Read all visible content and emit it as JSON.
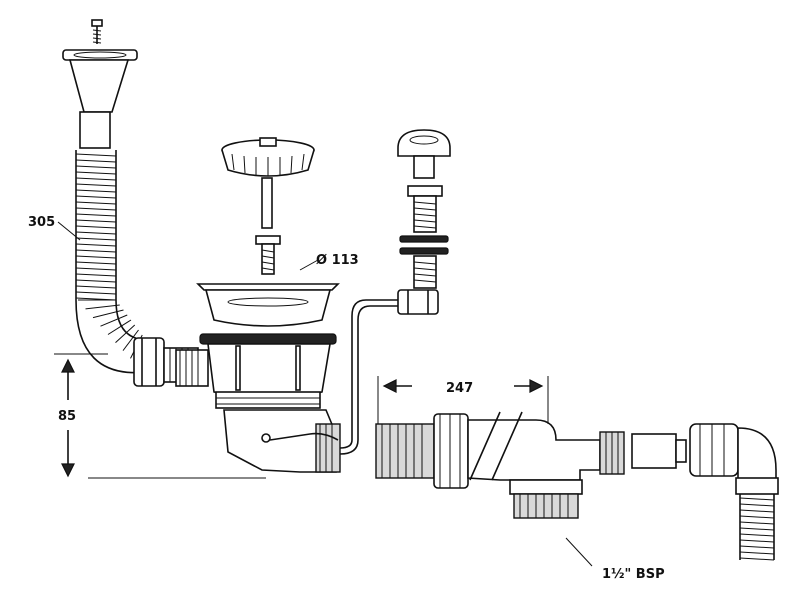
{
  "labels": {
    "hose_length": "305",
    "strainer_diameter": "Ø 113",
    "drop_height": "85",
    "overflow_span": "247",
    "outlet_thread": "1½\" BSP"
  }
}
